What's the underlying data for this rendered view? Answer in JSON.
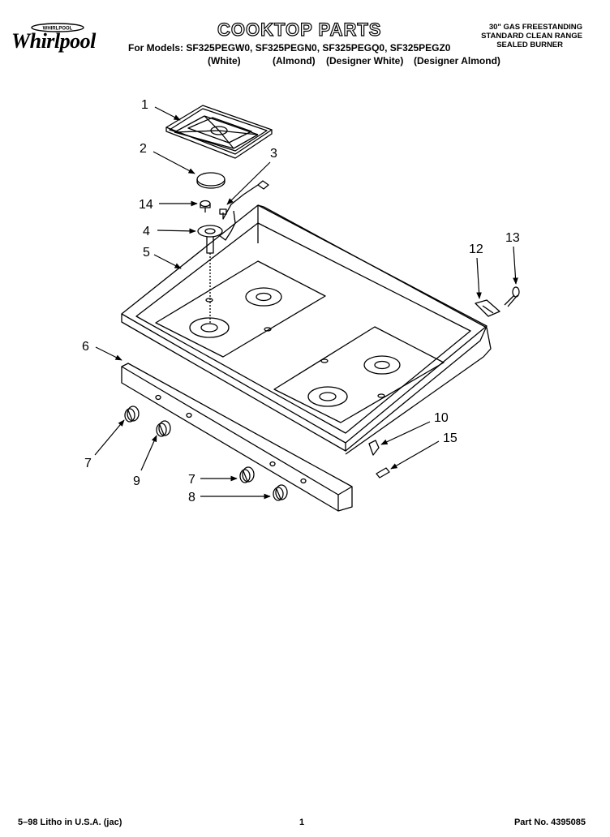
{
  "header": {
    "brand_logo": "Whirlpool",
    "brand_logo_badge": "WHIRLPOOL",
    "title": "COOKTOP PARTS",
    "models_line": "For Models: SF325PEGW0, SF325PEGN0, SF325PEGQ0, SF325PEGZ0",
    "colors": [
      "(White)",
      "(Almond)",
      "(Designer White)",
      "(Designer Almond)"
    ],
    "spec_lines": [
      "30\" GAS FREESTANDING",
      "STANDARD CLEAN RANGE",
      "SEALED BURNER"
    ]
  },
  "callouts": [
    "1",
    "2",
    "3",
    "14",
    "4",
    "5",
    "12",
    "13",
    "6",
    "10",
    "15",
    "7",
    "9",
    "7",
    "8"
  ],
  "footer": {
    "litho": "5–98 Litho in U.S.A. (jac)",
    "page": "1",
    "part_no": "Part No. 4395085"
  },
  "colors": {
    "ink": "#000000",
    "paper": "#ffffff"
  }
}
